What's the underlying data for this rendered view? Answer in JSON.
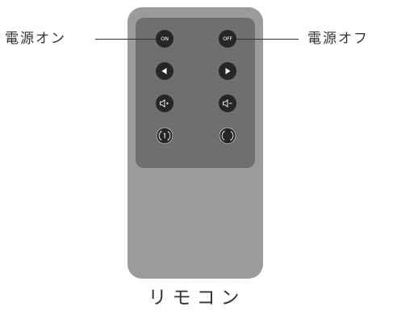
{
  "labels": {
    "power_on": "電源オン",
    "power_off": "電源オフ"
  },
  "caption": "リモコン",
  "buttons": {
    "on": "ON",
    "off": "OFF"
  },
  "icons": {
    "rows": [
      [
        "power-on-icon-text",
        "power-off-icon-text"
      ],
      [
        "triangle-left-icon",
        "triangle-right-icon"
      ],
      [
        "volume-up-icon",
        "volume-down-icon"
      ],
      [
        "rotate-one-icon",
        "rotate-cycle-icon"
      ]
    ]
  },
  "colors": {
    "body": "#9b9b9b",
    "panel": "#6f6f6f",
    "button": "#262626",
    "text": "#333333"
  }
}
